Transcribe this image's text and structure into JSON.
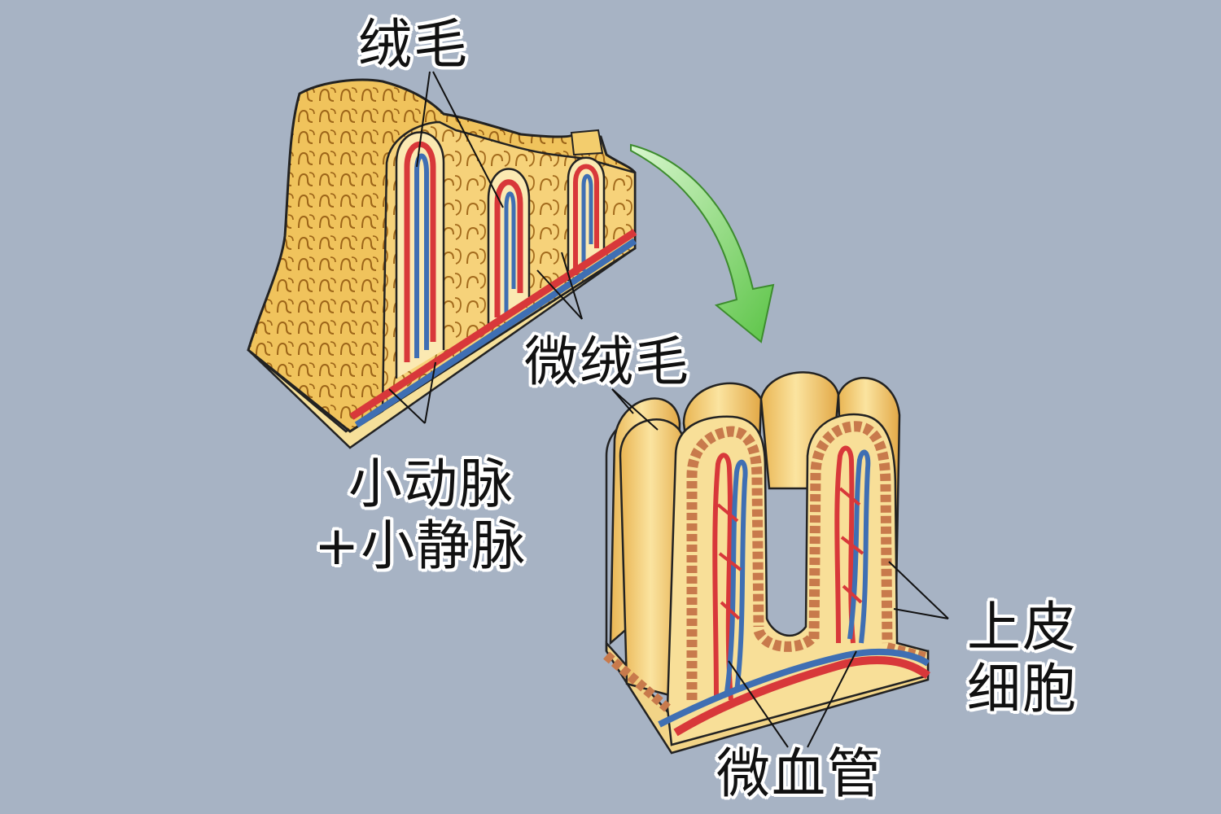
{
  "diagram": {
    "labels": {
      "villi": "绒毛",
      "microvilli": "微绒毛",
      "arteriole_venule_line1": "小动脉",
      "arteriole_venule_line2": "+小静脉",
      "epithelial_line1": "上皮",
      "epithelial_line2": "细胞",
      "capillary": "微血管"
    },
    "colors": {
      "background": "#a7b3c4",
      "tissue": "#f2c966",
      "tissue_dark": "#d9a23c",
      "tissue_light": "#fbe7a4",
      "artery": "#d8383a",
      "vein": "#3f6fb3",
      "cell": "#c87a4c",
      "arrow": "#7fd66a"
    },
    "icons": [
      "green-curved-arrow",
      "villi-block-illustration",
      "villus-cross-section-illustration"
    ]
  }
}
